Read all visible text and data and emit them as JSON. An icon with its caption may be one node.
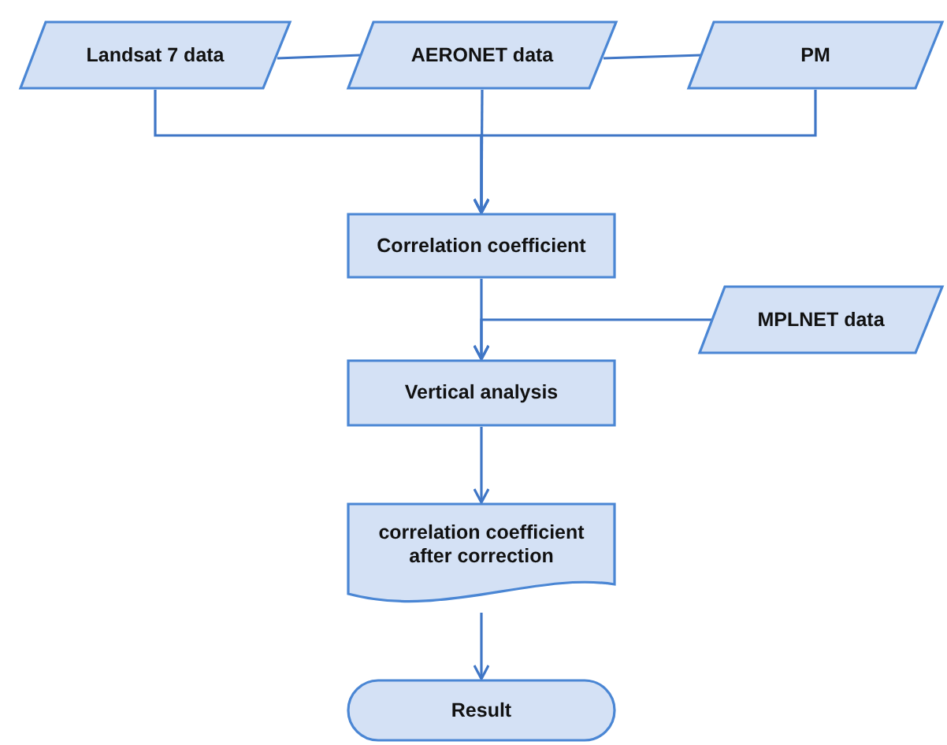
{
  "diagram": {
    "nodes": [
      {
        "text": [
          "Landsat 7 data"
        ]
      },
      {
        "text": [
          "AERONET data"
        ]
      },
      {
        "text": [
          "PM"
        ]
      },
      {
        "text": [
          "Correlation coefficient"
        ]
      },
      {
        "text": [
          "MPLNET data"
        ]
      },
      {
        "text": [
          "Vertical analysis"
        ]
      },
      {
        "text": [
          "correlation coefficient after correction"
        ]
      },
      {
        "text": [
          "Result"
        ]
      }
    ],
    "edges": [
      {
        "from": 0,
        "to": 1,
        "arrow": "none"
      },
      {
        "from": 1,
        "to": 2,
        "arrow": "none"
      },
      {
        "from": 0,
        "to": 3,
        "arrow": "to"
      },
      {
        "from": 1,
        "to": 3,
        "arrow": "to"
      },
      {
        "from": 2,
        "to": 3,
        "arrow": "to"
      },
      {
        "from": 3,
        "to": 5,
        "arrow": "to"
      },
      {
        "from": 4,
        "to": 5,
        "arrow": "to"
      },
      {
        "from": 5,
        "to": 6,
        "arrow": "to"
      },
      {
        "from": 6,
        "to": 7,
        "arrow": "to"
      }
    ]
  }
}
